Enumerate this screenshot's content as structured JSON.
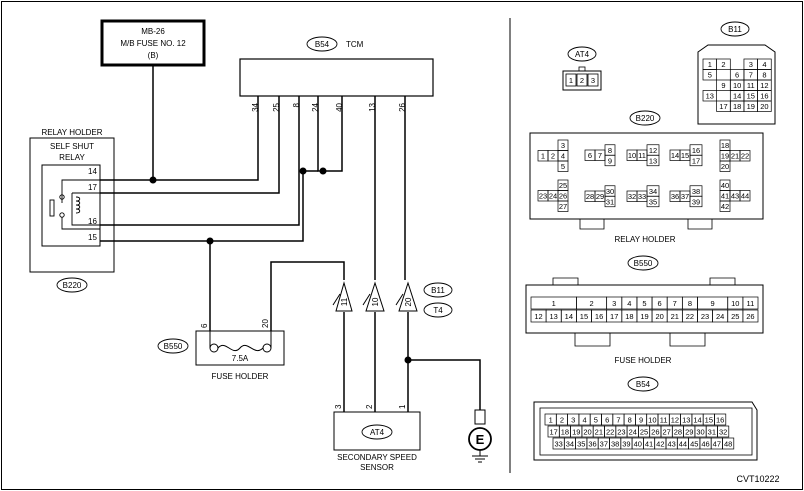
{
  "colors": {
    "line": "#000000",
    "background": "#ffffff"
  },
  "fuse_box": {
    "line1": "MB-26",
    "line2": "M/B FUSE NO. 12",
    "line3": "(B)"
  },
  "tcm": {
    "connector": "B54",
    "label": "TCM",
    "pins": [
      "34",
      "25",
      "8",
      "24",
      "40",
      "13",
      "26"
    ]
  },
  "relay": {
    "holder_label": "RELAY HOLDER",
    "title1": "SELF SHUT",
    "title2": "RELAY",
    "pins": [
      "14",
      "17",
      "16",
      "15"
    ],
    "connector": "B220"
  },
  "fuse_holder": {
    "connector": "B550",
    "rating": "7.5A",
    "label": "FUSE HOLDER",
    "pins": [
      "6",
      "20"
    ]
  },
  "joint": {
    "pins": [
      "11",
      "10",
      "20"
    ],
    "tag_top": "B11",
    "tag_bottom": "T4"
  },
  "sensor": {
    "connector": "AT4",
    "label1": "SECONDARY SPEED",
    "label2": "SENSOR",
    "pins": [
      "3",
      "2",
      "1"
    ]
  },
  "ground": {
    "symbol": "E"
  },
  "connectors": {
    "at4": {
      "name": "AT4",
      "pins": [
        "1",
        "2",
        "3"
      ]
    },
    "b11": {
      "name": "B11",
      "rows": [
        [
          "1",
          "2",
          "",
          "3",
          "4"
        ],
        [
          "5",
          "",
          "6",
          "7",
          "8"
        ],
        [
          "",
          "9",
          "10",
          "11",
          "12"
        ],
        [
          "13",
          "",
          "14",
          "15",
          "16"
        ],
        [
          "",
          "17",
          "18",
          "19",
          "20"
        ]
      ]
    },
    "b220": {
      "name": "B220",
      "label": "RELAY HOLDER",
      "groups": [
        [
          "",
          "3",
          ""
        ],
        [
          "1",
          "2",
          "4"
        ],
        [
          "",
          "5",
          ""
        ],
        [
          "6",
          "7",
          "8",
          "9"
        ],
        [
          "10",
          "11",
          "12",
          "13"
        ],
        [
          "14",
          "15",
          "16",
          "17"
        ],
        [
          "18",
          "19",
          "20",
          "21",
          "22"
        ],
        [
          "25",
          "23",
          "24",
          "26",
          "27"
        ],
        [
          "28",
          "29",
          "30",
          "31"
        ],
        [
          "32",
          "33",
          "34",
          "35"
        ],
        [
          "36",
          "37",
          "38",
          "39"
        ],
        [
          "40",
          "41",
          "42",
          "43",
          "44"
        ]
      ]
    },
    "b550": {
      "name": "B550",
      "label": "FUSE HOLDER",
      "top": [
        "1",
        "2",
        "3",
        "4",
        "5",
        "6",
        "7",
        "8",
        "9",
        "10",
        "11"
      ],
      "bottom": [
        "12",
        "13",
        "14",
        "15",
        "16",
        "17",
        "18",
        "19",
        "20",
        "21",
        "22",
        "23",
        "24",
        "25",
        "26"
      ]
    },
    "b54": {
      "name": "B54",
      "row1": [
        "1",
        "2",
        "3",
        "4",
        "5",
        "6",
        "7",
        "8",
        "9",
        "10",
        "11",
        "12",
        "13",
        "14",
        "15",
        "16"
      ],
      "row2": [
        "17",
        "18",
        "19",
        "20",
        "21",
        "22",
        "23",
        "24",
        "25",
        "26",
        "27",
        "28",
        "29",
        "30",
        "31",
        "32"
      ],
      "row3": [
        "33",
        "34",
        "35",
        "36",
        "37",
        "38",
        "39",
        "40",
        "41",
        "42",
        "43",
        "44",
        "45",
        "46",
        "47",
        "48"
      ]
    }
  },
  "figure_id": "CVT10222"
}
